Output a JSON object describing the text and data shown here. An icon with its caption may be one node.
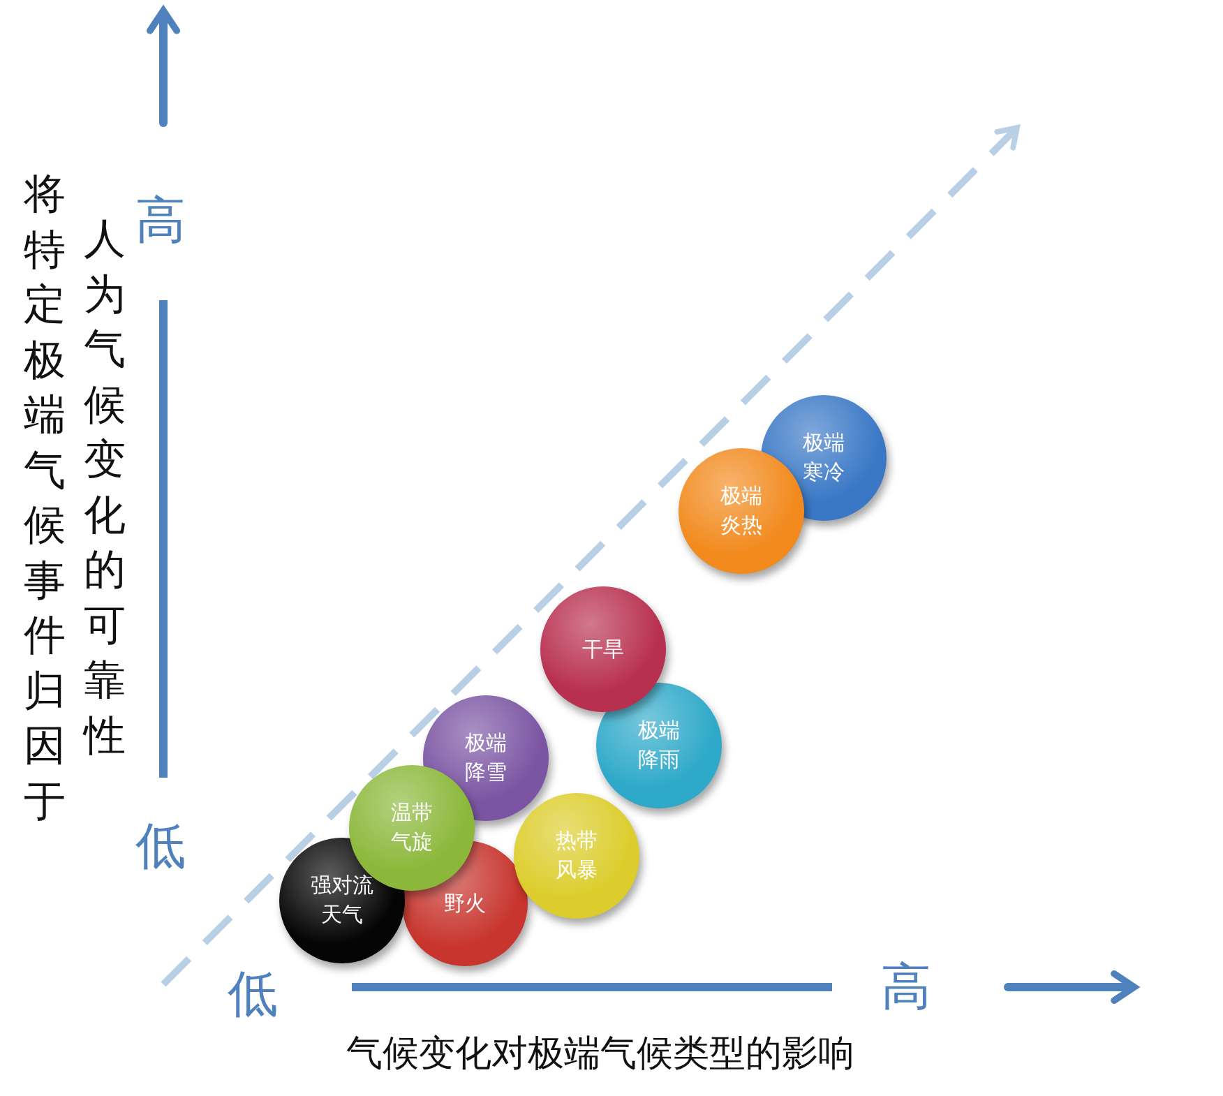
{
  "diagram": {
    "nodes": [
      {
        "text": [
          "极端寒冷"
        ]
      },
      {
        "text": [
          "极端炎热"
        ]
      },
      {
        "text": [
          "干旱"
        ]
      },
      {
        "text": [
          "极端降雨"
        ]
      },
      {
        "text": [
          "极端降雪"
        ]
      },
      {
        "text": [
          "温带气旋"
        ]
      },
      {
        "text": [
          "热带风暴"
        ]
      },
      {
        "text": [
          "强对流天气"
        ]
      },
      {
        "text": [
          "野火"
        ]
      }
    ],
    "edges": [],
    "labels": [
      "将特定极端气候事件归因于",
      "人为气候变化的可靠性",
      "高",
      "低",
      "低",
      "高",
      "气候变化对极端气候类型的影响"
    ]
  }
}
